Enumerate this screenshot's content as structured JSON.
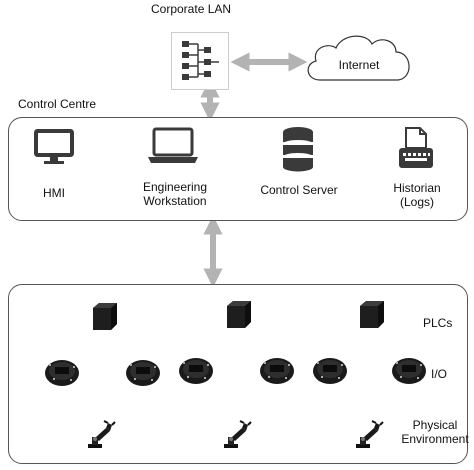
{
  "corporate_lan": {
    "title": "Corporate LAN",
    "icon": "network-hierarchy-icon"
  },
  "internet": {
    "label": "Internet",
    "icon": "cloud-icon"
  },
  "control_centre": {
    "title": "Control Centre",
    "items": [
      {
        "label": "HMI",
        "icon": "monitor-icon"
      },
      {
        "label": "Engineering\nWorkstation",
        "icon": "laptop-icon"
      },
      {
        "label": "Control Server",
        "icon": "database-server-icon"
      },
      {
        "label": "Historian\n(Logs)",
        "icon": "typewriter-log-icon"
      }
    ]
  },
  "field": {
    "layers": [
      {
        "label": "PLCs",
        "icon": "cube-icon"
      },
      {
        "label": "I/O",
        "icon": "circuit-board-icon"
      },
      {
        "label": "Physical\nEnvironment",
        "icon": "robot-arm-icon"
      }
    ]
  },
  "colors": {
    "arrow": "#b3b3b3",
    "border": "#555555",
    "icon": "#3a3a3a"
  }
}
